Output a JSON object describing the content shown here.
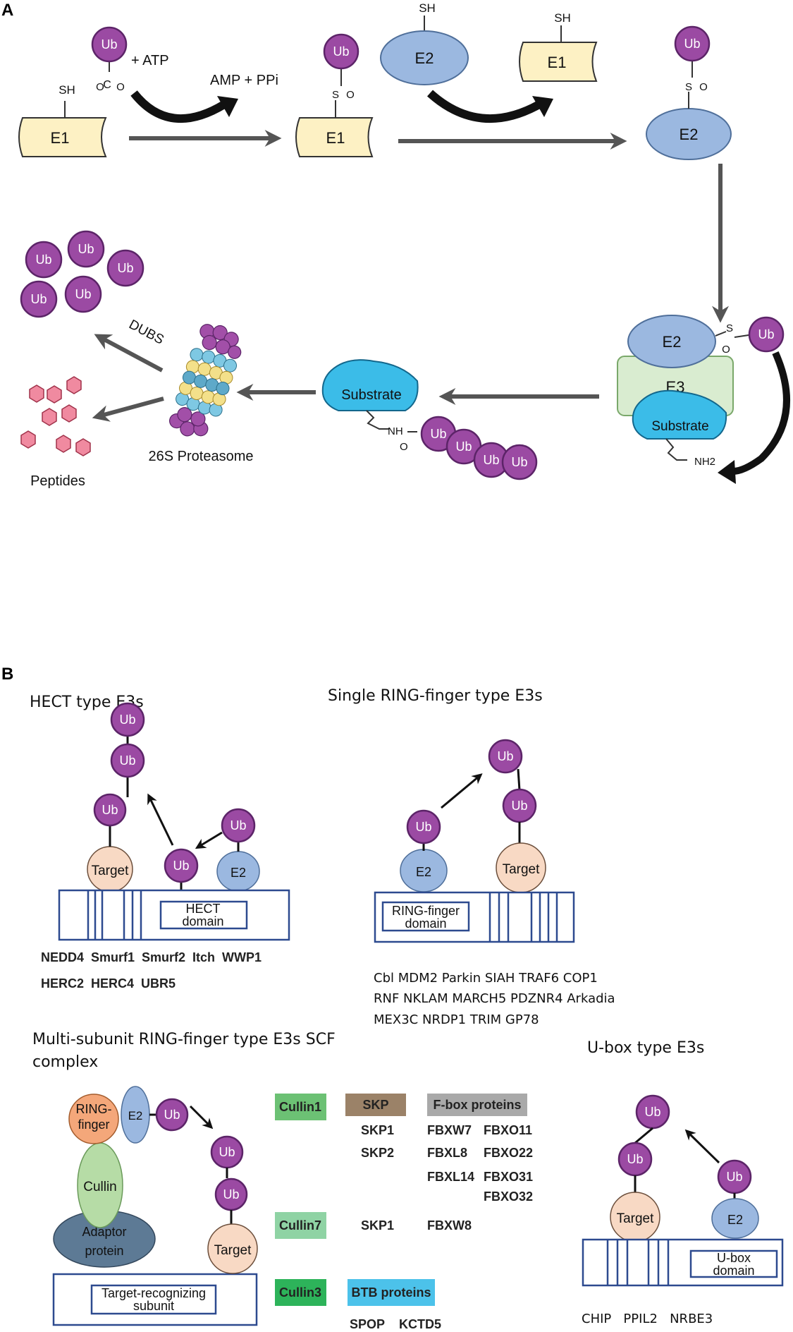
{
  "panel_labels": {
    "a": "A",
    "b": "B"
  },
  "panelA": {
    "ub": "Ub",
    "e1": "E1",
    "e2": "E2",
    "e3": "E3",
    "sh": "SH",
    "atp": "+ ATP",
    "amp": "AMP + PPi",
    "s": "S",
    "o": "O",
    "substrate": "Substrate",
    "nh": "NH",
    "nh2": "NH2",
    "dubs": "DUBS",
    "proteasome": "26S Proteasome",
    "peptides": "Peptides"
  },
  "panelB": {
    "hect": {
      "title": "HECT type E3s",
      "target": "Target",
      "ub": "Ub",
      "e2": "E2",
      "domain_line1": "HECT",
      "domain_line2": "domain",
      "list_line1": "NEDD4  Smurf1  Smurf2  Itch  WWP1",
      "list_line2": "HERC2  HERC4  UBR5"
    },
    "ring": {
      "title": "Single RING-finger type E3s",
      "target": "Target",
      "ub": "Ub",
      "e2": "E2",
      "domain_line1": "RING-finger",
      "domain_line2": "domain",
      "list_line1": "Cbl MDM2 Parkin SIAH TRAF6 COP1",
      "list_line2": "RNF NKLAM MARCH5 PDZNR4 Arkadia",
      "list_line3": "MEX3C NRDP1 TRIM GP78"
    },
    "scf": {
      "title_line1": "Multi-subunit RING-finger type E3s SCF",
      "title_line2": "complex",
      "ring_line1": "RING-",
      "ring_line2": "finger",
      "e2": "E2",
      "ub": "Ub",
      "cullin": "Cullin",
      "adaptor_line1": "Adaptor",
      "adaptor_line2": "protein",
      "target": "Target",
      "trs_line1": "Target-recognizing",
      "trs_line2": "subunit",
      "cullin1": "Cullin1",
      "cullin7": "Cullin7",
      "cullin3": "Cullin3",
      "skp_header": "SKP",
      "fbox_header": "F-box proteins",
      "btb_header": "BTB proteins",
      "skp1": "SKP1",
      "skp2": "SKP2",
      "skp1b": "SKP1",
      "fbxw7": "FBXW7",
      "fbxo11": "FBXO11",
      "fbxl8": "FBXL8",
      "fbxo22": "FBXO22",
      "fbxl14": "FBXL14",
      "fbxo31": "FBXO31",
      "fbxo32": "FBXO32",
      "fbxw8": "FBXW8",
      "spop": "SPOP",
      "kctd5": "KCTD5"
    },
    "ubox": {
      "title": "U-box type E3s",
      "target": "Target",
      "ub": "Ub",
      "e2": "E2",
      "domain_line1": "U-box",
      "domain_line2": "domain",
      "list": "CHIP   PPIL2   NRBE3"
    }
  },
  "colors": {
    "ub": "#9b4aa3",
    "e1": "#fdf1c4",
    "e2": "#9bb8e0",
    "e3": "#d9ecd0",
    "substrate": "#3bbce8",
    "target": "#f8d9c4",
    "ring_finger": "#f4a77a",
    "cullin_ellipse": "#b6dca6",
    "adaptor": "#5d7a95",
    "cullin_box": "#6cc174",
    "skp_box": "#9b8268",
    "fbox_box": "#a9a9a9",
    "btb_box": "#4cc2ea",
    "peptide": "#f08aa0"
  }
}
